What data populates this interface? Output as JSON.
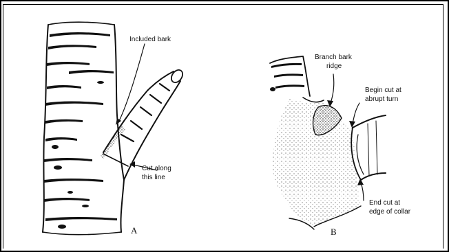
{
  "figure": {
    "panel_a": {
      "label": "A",
      "callouts": {
        "included_bark": "Included bark",
        "cut_line": [
          "Cut along",
          "this line"
        ]
      }
    },
    "panel_b": {
      "label": "B",
      "callouts": {
        "branch_bark_ridge": [
          "Branch bark",
          "ridge"
        ],
        "begin_cut": [
          "Begin cut at",
          "abrupt turn"
        ],
        "end_cut": [
          "End cut at",
          "edge of collar"
        ]
      }
    }
  }
}
